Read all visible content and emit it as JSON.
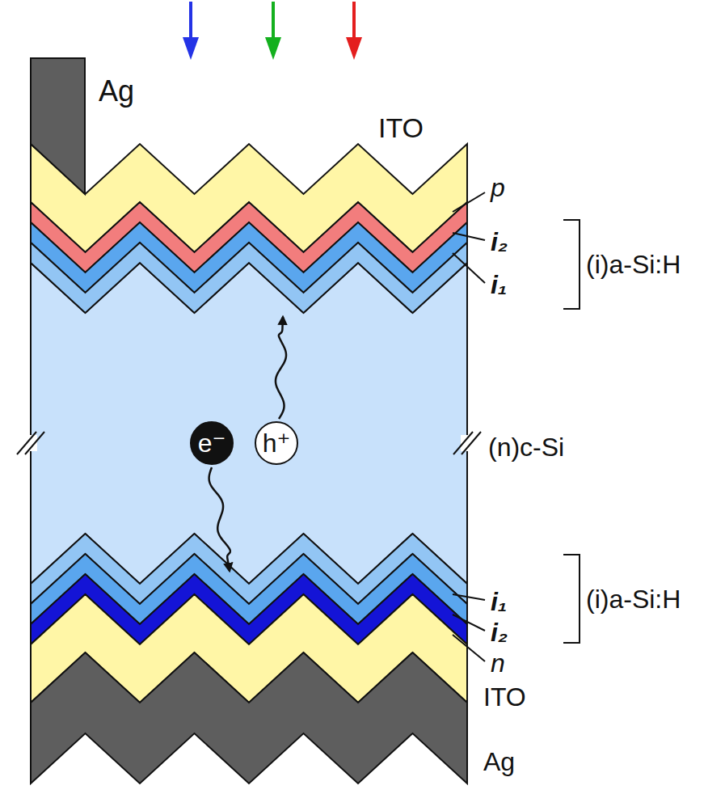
{
  "diagram": {
    "nodes": [
      {
        "text": [
          "e⁻"
        ]
      },
      {
        "text": [
          "h⁺"
        ]
      }
    ],
    "labels": [
      "Ag",
      "ITO",
      "p",
      "i₂",
      "i₁",
      "(i)a-Si:H",
      "(n)c-Si",
      "i₁",
      "i₂",
      "(i)a-Si:H",
      "n",
      "ITO",
      "Ag"
    ]
  }
}
